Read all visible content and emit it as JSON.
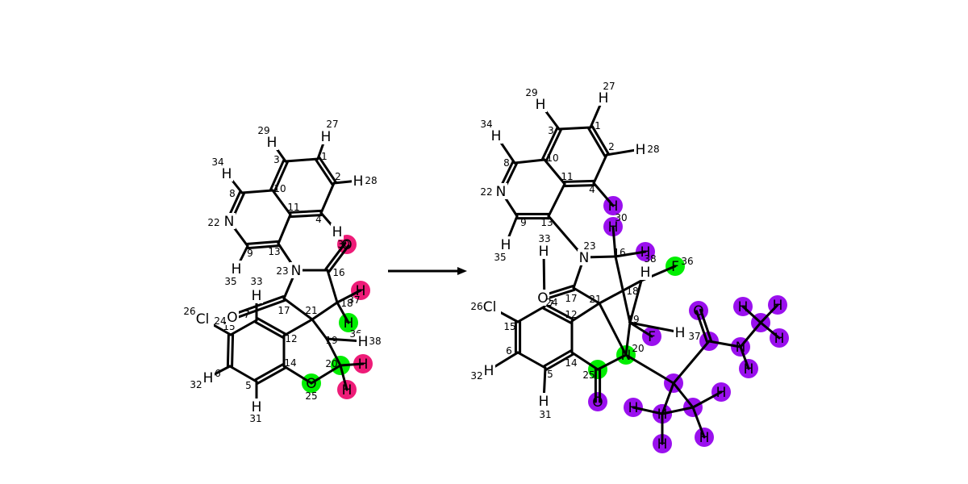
{
  "colors": {
    "magenta": "#ee1c78",
    "green": "#00ee00",
    "purple": "#9a10ee",
    "bond": "#000000",
    "arrow": "#000000"
  },
  "reactant": {
    "atoms": [
      {
        "id": "r1",
        "symbol": "",
        "index": "1"
      },
      {
        "id": "r2",
        "symbol": "",
        "index": "2"
      },
      {
        "id": "r3",
        "symbol": "",
        "index": "3"
      },
      {
        "id": "r4",
        "symbol": "",
        "index": "4"
      },
      {
        "id": "r5",
        "symbol": "",
        "index": "5"
      },
      {
        "id": "r6",
        "symbol": "",
        "index": "6"
      },
      {
        "id": "r7",
        "symbol": "",
        "index": "7"
      },
      {
        "id": "r8",
        "symbol": "",
        "index": "8"
      },
      {
        "id": "r9",
        "symbol": "",
        "index": "9"
      },
      {
        "id": "r10",
        "symbol": "",
        "index": "10"
      },
      {
        "id": "r11",
        "symbol": "",
        "index": "11"
      },
      {
        "id": "r12",
        "symbol": "",
        "index": "12"
      },
      {
        "id": "r13",
        "symbol": "",
        "index": "13"
      },
      {
        "id": "r14",
        "symbol": "",
        "index": "14"
      },
      {
        "id": "r15",
        "symbol": "",
        "index": "15"
      },
      {
        "id": "r16",
        "symbol": "",
        "index": "16"
      },
      {
        "id": "r17",
        "symbol": "",
        "index": "17"
      },
      {
        "id": "r18",
        "symbol": "",
        "index": "18"
      },
      {
        "id": "r19",
        "symbol": "",
        "index": "19"
      },
      {
        "id": "r20",
        "symbol": "",
        "index": "20",
        "highlight": "green"
      },
      {
        "id": "r21",
        "symbol": "",
        "index": "21"
      },
      {
        "id": "r22",
        "symbol": "N",
        "index": "22"
      },
      {
        "id": "r23",
        "symbol": "N",
        "index": "23"
      },
      {
        "id": "r24",
        "symbol": "Cl",
        "index": "24"
      },
      {
        "id": "r25",
        "symbol": "O",
        "index": "25",
        "highlight": "green"
      },
      {
        "id": "r26",
        "symbol": "O",
        "index": "26"
      },
      {
        "id": "r27",
        "symbol": "H",
        "index": "27"
      },
      {
        "id": "r28",
        "symbol": "H",
        "index": "28"
      },
      {
        "id": "r29",
        "symbol": "H",
        "index": "29"
      },
      {
        "id": "r30",
        "symbol": "O",
        "index": "30",
        "highlight": "magenta"
      },
      {
        "id": "r31",
        "symbol": "H",
        "index": "31"
      },
      {
        "id": "r32",
        "symbol": "H",
        "index": "32"
      },
      {
        "id": "r33",
        "symbol": "H",
        "index": "33"
      },
      {
        "id": "r34",
        "symbol": "H",
        "index": "34"
      },
      {
        "id": "r35",
        "symbol": "H",
        "index": "35"
      },
      {
        "id": "r36",
        "symbol": "H",
        "index": "36",
        "highlight": "green"
      },
      {
        "id": "r37",
        "symbol": "H",
        "index": "37",
        "highlight": "magenta"
      },
      {
        "id": "r38",
        "symbol": "H",
        "index": "38"
      },
      {
        "id": "r39",
        "symbol": "H",
        "index": "",
        "highlight": "magenta"
      },
      {
        "id": "r40",
        "symbol": "H",
        "index": "",
        "highlight": "magenta"
      },
      {
        "id": "r41",
        "symbol": "H",
        "index": ""
      }
    ],
    "bonds": [
      [
        "r1",
        "r2",
        2
      ],
      [
        "r2",
        "r4",
        1
      ],
      [
        "r4",
        "r11",
        2
      ],
      [
        "r11",
        "r10",
        1
      ],
      [
        "r10",
        "r3",
        2
      ],
      [
        "r3",
        "r1",
        1
      ],
      [
        "r10",
        "r8",
        1
      ],
      [
        "r8",
        "r22",
        2
      ],
      [
        "r22",
        "r9",
        1
      ],
      [
        "r9",
        "r13",
        2
      ],
      [
        "r13",
        "r11",
        1
      ],
      [
        "r13",
        "r23",
        1
      ],
      [
        "r23",
        "r16",
        1
      ],
      [
        "r16",
        "r30",
        2
      ],
      [
        "r16",
        "r18",
        1
      ],
      [
        "r18",
        "r21",
        1
      ],
      [
        "r23",
        "r17",
        1
      ],
      [
        "r17",
        "r26",
        2
      ],
      [
        "r17",
        "r21",
        1
      ],
      [
        "r21",
        "r12",
        1
      ],
      [
        "r21",
        "r19",
        1
      ],
      [
        "r19",
        "r20",
        1
      ],
      [
        "r20",
        "r25",
        1
      ],
      [
        "r25",
        "r14",
        1
      ],
      [
        "r12",
        "r7",
        2
      ],
      [
        "r7",
        "r15",
        1
      ],
      [
        "r15",
        "r6",
        2
      ],
      [
        "r6",
        "r5",
        1
      ],
      [
        "r5",
        "r14",
        2
      ],
      [
        "r14",
        "r12",
        1
      ],
      [
        "r15",
        "r24",
        1
      ],
      [
        "r6",
        "r32",
        1
      ],
      [
        "r5",
        "r31",
        1
      ],
      [
        "r1",
        "r27",
        1
      ],
      [
        "r2",
        "r28",
        1
      ],
      [
        "r3",
        "r29",
        1
      ],
      [
        "r4",
        "r41",
        1
      ],
      [
        "r8",
        "r34",
        1
      ],
      [
        "r9",
        "r35",
        1
      ],
      [
        "r7",
        "r33",
        1
      ],
      [
        "r18",
        "r37",
        1
      ],
      [
        "r18",
        "r36",
        1
      ],
      [
        "r19",
        "r38",
        1
      ],
      [
        "r20",
        "r39",
        1
      ],
      [
        "r20",
        "r40",
        1
      ]
    ]
  },
  "product": {
    "atoms": [
      {
        "id": "p1",
        "symbol": "",
        "index": "1"
      },
      {
        "id": "p2",
        "symbol": "",
        "index": "2"
      },
      {
        "id": "p3",
        "symbol": "",
        "index": "3"
      },
      {
        "id": "p4",
        "symbol": "",
        "index": "4"
      },
      {
        "id": "p5",
        "symbol": "",
        "index": "5"
      },
      {
        "id": "p6",
        "symbol": "",
        "index": "6"
      },
      {
        "id": "p7",
        "symbol": "",
        "index": "7"
      },
      {
        "id": "p8",
        "symbol": "",
        "index": "8"
      },
      {
        "id": "p9",
        "symbol": "",
        "index": "9"
      },
      {
        "id": "p10",
        "symbol": "",
        "index": "10"
      },
      {
        "id": "p11",
        "symbol": "",
        "index": "11"
      },
      {
        "id": "p12",
        "symbol": "",
        "index": "12"
      },
      {
        "id": "p13",
        "symbol": "",
        "index": "13"
      },
      {
        "id": "p14",
        "symbol": "",
        "index": "14"
      },
      {
        "id": "p15",
        "symbol": "",
        "index": "15"
      },
      {
        "id": "p16",
        "symbol": "",
        "index": "16"
      },
      {
        "id": "p17",
        "symbol": "",
        "index": "17"
      },
      {
        "id": "p18",
        "symbol": "",
        "index": "18"
      },
      {
        "id": "p19",
        "symbol": "",
        "index": "19"
      },
      {
        "id": "p20",
        "symbol": "N",
        "index": "20",
        "highlight": "green"
      },
      {
        "id": "p21",
        "symbol": "",
        "index": "21"
      },
      {
        "id": "p22",
        "symbol": "N",
        "index": "22"
      },
      {
        "id": "p23",
        "symbol": "N",
        "index": "23"
      },
      {
        "id": "p24",
        "symbol": "O",
        "index": "24"
      },
      {
        "id": "p25",
        "symbol": "",
        "index": "25",
        "highlight": "green"
      },
      {
        "id": "p26",
        "symbol": "Cl",
        "index": "26"
      },
      {
        "id": "p27",
        "symbol": "H",
        "index": "27"
      },
      {
        "id": "p28",
        "symbol": "H",
        "index": "28"
      },
      {
        "id": "p29",
        "symbol": "H",
        "index": "29"
      },
      {
        "id": "p30",
        "symbol": "H",
        "index": "30",
        "highlight": "purple"
      },
      {
        "id": "p31",
        "symbol": "H",
        "index": "31"
      },
      {
        "id": "p32",
        "symbol": "H",
        "index": "32"
      },
      {
        "id": "p33",
        "symbol": "H",
        "index": "33"
      },
      {
        "id": "p34",
        "symbol": "H",
        "index": "34"
      },
      {
        "id": "p35",
        "symbol": "H",
        "index": "35"
      },
      {
        "id": "p36",
        "symbol": "F",
        "index": "36",
        "highlight": "green"
      },
      {
        "id": "p37",
        "symbol": "",
        "index": "37",
        "highlight": "purple"
      },
      {
        "id": "p38",
        "symbol": "H",
        "index": "38",
        "highlight": "purple"
      },
      {
        "id": "p39",
        "symbol": "H",
        "index": ""
      },
      {
        "id": "p40",
        "symbol": "F",
        "index": "",
        "highlight": "purple"
      },
      {
        "id": "p41",
        "symbol": "H",
        "index": ""
      },
      {
        "id": "p42",
        "symbol": "O",
        "index": "",
        "highlight": "purple"
      },
      {
        "id": "p43",
        "symbol": "",
        "index": "",
        "highlight": "purple"
      },
      {
        "id": "p44",
        "symbol": "",
        "index": "",
        "highlight": "purple"
      },
      {
        "id": "p45",
        "symbol": "H",
        "index": "",
        "highlight": "purple"
      },
      {
        "id": "p46",
        "symbol": "H",
        "index": "",
        "highlight": "purple"
      },
      {
        "id": "p47",
        "symbol": "O",
        "index": "",
        "highlight": "purple"
      },
      {
        "id": "p48",
        "symbol": "N",
        "index": "",
        "highlight": "purple"
      },
      {
        "id": "p49",
        "symbol": "",
        "index": "",
        "highlight": "purple"
      },
      {
        "id": "p50",
        "symbol": "H",
        "index": "",
        "highlight": "purple"
      },
      {
        "id": "p51",
        "symbol": "H",
        "index": "",
        "highlight": "purple"
      },
      {
        "id": "p52",
        "symbol": "H",
        "index": "",
        "highlight": "purple"
      },
      {
        "id": "p53",
        "symbol": "H",
        "index": "",
        "highlight": "purple"
      },
      {
        "id": "p54",
        "symbol": "",
        "index": "",
        "highlight": "purple"
      },
      {
        "id": "p55",
        "symbol": "",
        "index": "",
        "highlight": "purple"
      },
      {
        "id": "p56",
        "symbol": "H",
        "index": "",
        "highlight": "purple"
      },
      {
        "id": "p57",
        "symbol": "H",
        "index": "",
        "highlight": "purple"
      },
      {
        "id": "p58",
        "symbol": "H",
        "index": "",
        "highlight": "purple"
      },
      {
        "id": "p59",
        "symbol": "H",
        "index": "",
        "highlight": "purple"
      }
    ],
    "bonds": [
      [
        "p1",
        "p2",
        2
      ],
      [
        "p2",
        "p4",
        1
      ],
      [
        "p4",
        "p11",
        2
      ],
      [
        "p11",
        "p10",
        1
      ],
      [
        "p10",
        "p3",
        2
      ],
      [
        "p3",
        "p1",
        1
      ],
      [
        "p10",
        "p8",
        1
      ],
      [
        "p8",
        "p22",
        2
      ],
      [
        "p22",
        "p9",
        1
      ],
      [
        "p9",
        "p13",
        2
      ],
      [
        "p13",
        "p11",
        1
      ],
      [
        "p13",
        "p23",
        1
      ],
      [
        "p23",
        "p16",
        1
      ],
      [
        "p23",
        "p17",
        1
      ],
      [
        "p17",
        "p24",
        2
      ],
      [
        "p17",
        "p21",
        1
      ],
      [
        "p16",
        "p30",
        1
      ],
      [
        "p16",
        "p38",
        1
      ],
      [
        "p16",
        "p19",
        1
      ],
      [
        "p21",
        "p18",
        1
      ],
      [
        "p18",
        "p19",
        1
      ],
      [
        "p18",
        "p36",
        1
      ],
      [
        "p18",
        "p39",
        1
      ],
      [
        "p19",
        "p40",
        1
      ],
      [
        "p19",
        "p41",
        1
      ],
      [
        "p19",
        "p20",
        1
      ],
      [
        "p21",
        "p12",
        1
      ],
      [
        "p21",
        "p20",
        1
      ],
      [
        "p12",
        "p7",
        2
      ],
      [
        "p7",
        "p15",
        1
      ],
      [
        "p15",
        "p6",
        2
      ],
      [
        "p6",
        "p5",
        1
      ],
      [
        "p5",
        "p14",
        2
      ],
      [
        "p14",
        "p12",
        1
      ],
      [
        "p14",
        "p25",
        1
      ],
      [
        "p25",
        "p42",
        2
      ],
      [
        "p25",
        "p20",
        1
      ],
      [
        "p15",
        "p26",
        1
      ],
      [
        "p6",
        "p32",
        1
      ],
      [
        "p5",
        "p31",
        1
      ],
      [
        "p7",
        "p33",
        1
      ],
      [
        "p1",
        "p27",
        1
      ],
      [
        "p2",
        "p28",
        1
      ],
      [
        "p3",
        "p29",
        1
      ],
      [
        "p4",
        "p59",
        1
      ],
      [
        "p8",
        "p34",
        1
      ],
      [
        "p9",
        "p35",
        1
      ],
      [
        "p20",
        "p43",
        1
      ],
      [
        "p43",
        "p37",
        1
      ],
      [
        "p37",
        "p47",
        2
      ],
      [
        "p37",
        "p48",
        1
      ],
      [
        "p48",
        "p49",
        1
      ],
      [
        "p48",
        "p53",
        1
      ],
      [
        "p49",
        "p50",
        1
      ],
      [
        "p49",
        "p51",
        1
      ],
      [
        "p49",
        "p52",
        1
      ],
      [
        "p43",
        "p44",
        1
      ],
      [
        "p43",
        "p55",
        1
      ],
      [
        "p44",
        "p45",
        1
      ],
      [
        "p44",
        "p46",
        1
      ],
      [
        "p44",
        "p54",
        1
      ],
      [
        "p54",
        "p56",
        1
      ],
      [
        "p54",
        "p57",
        1
      ],
      [
        "p54",
        "p58",
        1
      ]
    ]
  }
}
